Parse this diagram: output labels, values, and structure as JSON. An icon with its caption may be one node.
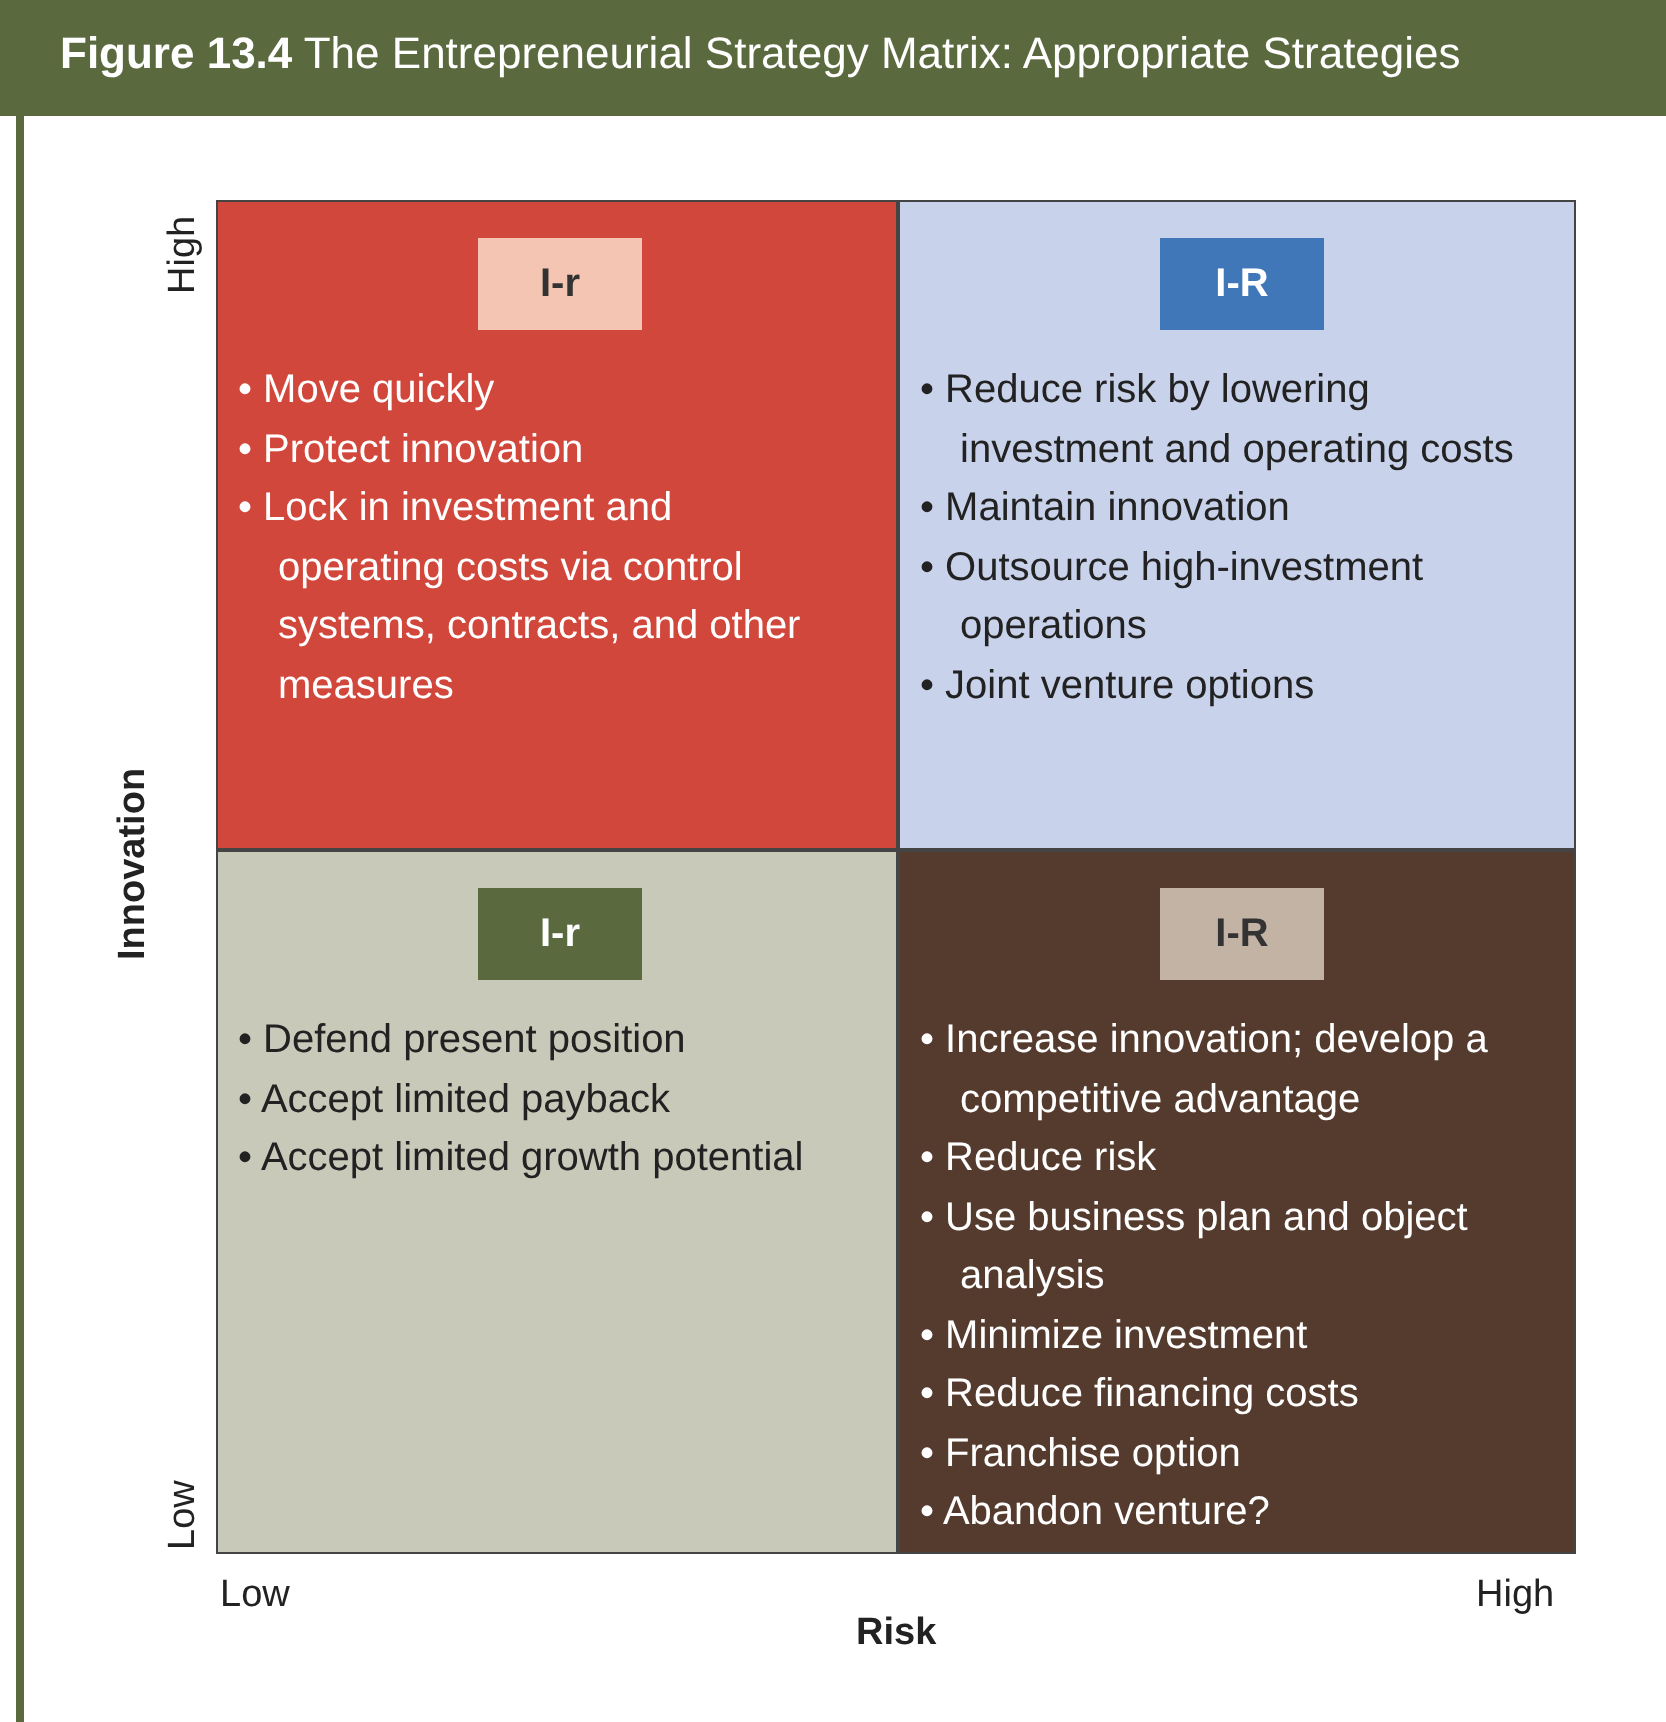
{
  "diagram": {
    "title": "**Figure 13.4** The Entrepreneurial Strategy Matrix: Appropriate Strategies",
    "nodes": [
      {
        "text": [
          "• Move quickly",
          "• Protect innovation",
          "• Lock in investment and operating costs via control systems, contracts, and other measures"
        ]
      },
      {
        "text": [
          "I-r"
        ],
        "in": 0
      },
      {
        "text": [
          "• Reduce risk by lowering investment and operating costs",
          "• Maintain innovation",
          "• Outsource high-investment operations",
          "• Joint venture options"
        ]
      },
      {
        "text": [
          "I-R"
        ],
        "in": 2
      },
      {
        "text": [
          "• Defend present position",
          "• Accept limited payback",
          "• Accept limited growth potential"
        ]
      },
      {
        "text": [
          "I-r"
        ],
        "in": 4
      },
      {
        "text": [
          "• Increase innovation; develop a competitive advantage",
          "• Reduce risk",
          "• Use business plan and object analysis",
          "• Minimize investment",
          "• Reduce financing costs",
          "• Franchise option",
          "• Abandon venture?"
        ]
      },
      {
        "text": [
          "I-R"
        ],
        "in": 6
      }
    ],
    "edges": [],
    "labels": [
      "High",
      "Innovation",
      "Low",
      "Low",
      "Risk",
      "High"
    ]
  }
}
